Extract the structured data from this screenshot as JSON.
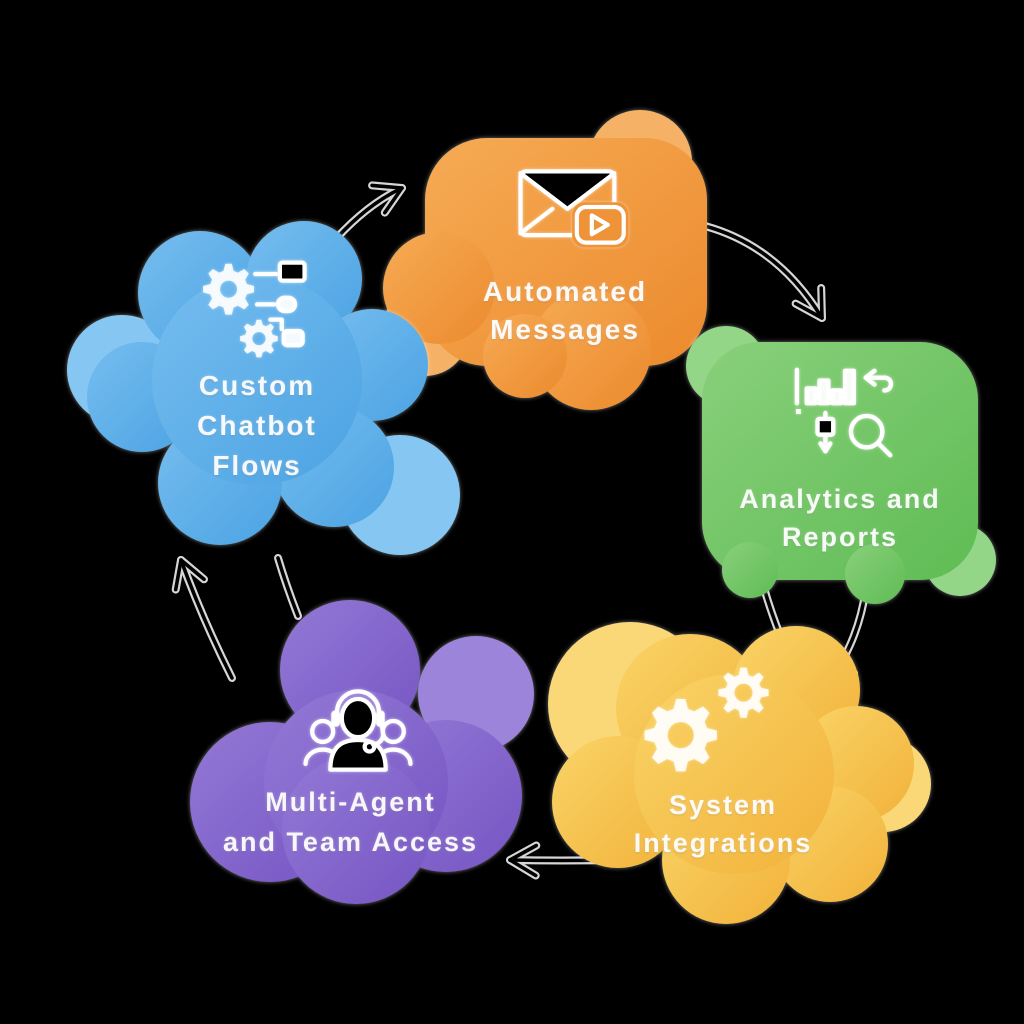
{
  "background_color": "#000000",
  "arrow_color": "#d6d6d6",
  "nodes": [
    {
      "id": "automated-messages",
      "label": "Automated Messages",
      "lines": [
        "Automated",
        "Messages"
      ],
      "icon": "email-video-icon",
      "colors": {
        "light": "#F6AB55",
        "dark": "#EC8A2D",
        "back": "#F5B266"
      }
    },
    {
      "id": "analytics-and-reports",
      "label": "Analytics and Reports",
      "lines": [
        "Analytics and",
        "Reports"
      ],
      "icon": "analytics-search-icon",
      "colors": {
        "light": "#89D07B",
        "dark": "#5FBC54",
        "back": "#93D687"
      }
    },
    {
      "id": "system-integrations",
      "label": "System Integrations",
      "lines": [
        "System",
        "Integrations"
      ],
      "icon": "gears-icon",
      "colors": {
        "light": "#F9D467",
        "dark": "#F2B23A",
        "back": "#FAD878"
      }
    },
    {
      "id": "multi-agent-and-team-access",
      "label": "Multi-Agent and Team Access",
      "lines": [
        "Multi-Agent",
        "and Team Access"
      ],
      "icon": "support-agent-icon",
      "colors": {
        "light": "#9379D6",
        "dark": "#7655C3",
        "back": "#9C84DA"
      }
    },
    {
      "id": "custom-chatbot-flows",
      "label": "Custom Chatbot Flows",
      "lines": [
        "Custom",
        "Chatbot",
        "Flows"
      ],
      "icon": "gears-flowchart-icon",
      "colors": {
        "light": "#76BDEF",
        "dark": "#4BA3E3",
        "back": "#85C6F2"
      }
    }
  ],
  "connections": [
    {
      "from": "custom-chatbot-flows",
      "to": "automated-messages"
    },
    {
      "from": "automated-messages",
      "to": "analytics-and-reports"
    },
    {
      "from": "analytics-and-reports",
      "to": "system-integrations"
    },
    {
      "from": "system-integrations",
      "to": "multi-agent-and-team-access"
    },
    {
      "from": "multi-agent-and-team-access",
      "to": "custom-chatbot-flows"
    }
  ]
}
